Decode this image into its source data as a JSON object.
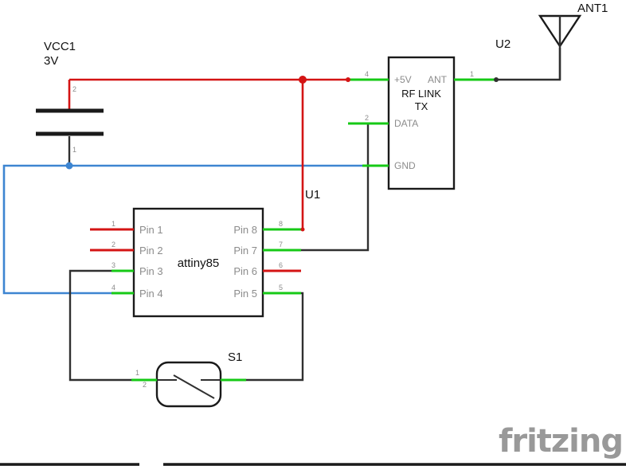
{
  "watermark": "fritzing",
  "battery": {
    "ref": "VCC1",
    "value": "3V",
    "top_pin_num": "2",
    "bottom_pin_num": "1"
  },
  "mcu": {
    "ref": "U1",
    "name": "attiny85",
    "left_pins": [
      {
        "num": "1",
        "label": "Pin 1"
      },
      {
        "num": "2",
        "label": "Pin 2"
      },
      {
        "num": "3",
        "label": "Pin 3"
      },
      {
        "num": "4",
        "label": "Pin 4"
      }
    ],
    "right_pins": [
      {
        "num": "8",
        "label": "Pin 8"
      },
      {
        "num": "7",
        "label": "Pin 7"
      },
      {
        "num": "6",
        "label": "Pin 6"
      },
      {
        "num": "5",
        "label": "Pin 5"
      }
    ]
  },
  "rf_module": {
    "ref": "U2",
    "title_line1": "RF LINK",
    "title_line2": "TX",
    "pin_5v_label": "+5V",
    "pin_5v_num": "4",
    "pin_ant_label": "ANT",
    "pin_ant_num": "1",
    "pin_data_label": "DATA",
    "pin_data_num": "2",
    "pin_gnd_label": "GND"
  },
  "antenna": {
    "ref": "ANT1"
  },
  "switch": {
    "ref": "S1",
    "pin1_num": "1",
    "pin2_num": "2"
  },
  "colors": {
    "wire_red": "#d41414",
    "wire_blue": "#3d85d1",
    "wire_black": "#303030",
    "pin_green": "#16c916",
    "pin_red": "#d41414",
    "gray_text": "#8c8c8c",
    "watermark": "#999999"
  }
}
